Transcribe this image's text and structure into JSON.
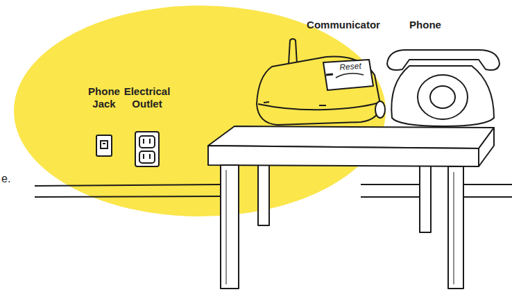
{
  "diagram": {
    "labels": [
      "Phone Jack",
      "Electrical Outlet",
      "Communicator",
      "Phone",
      "Reset",
      "e."
    ]
  }
}
